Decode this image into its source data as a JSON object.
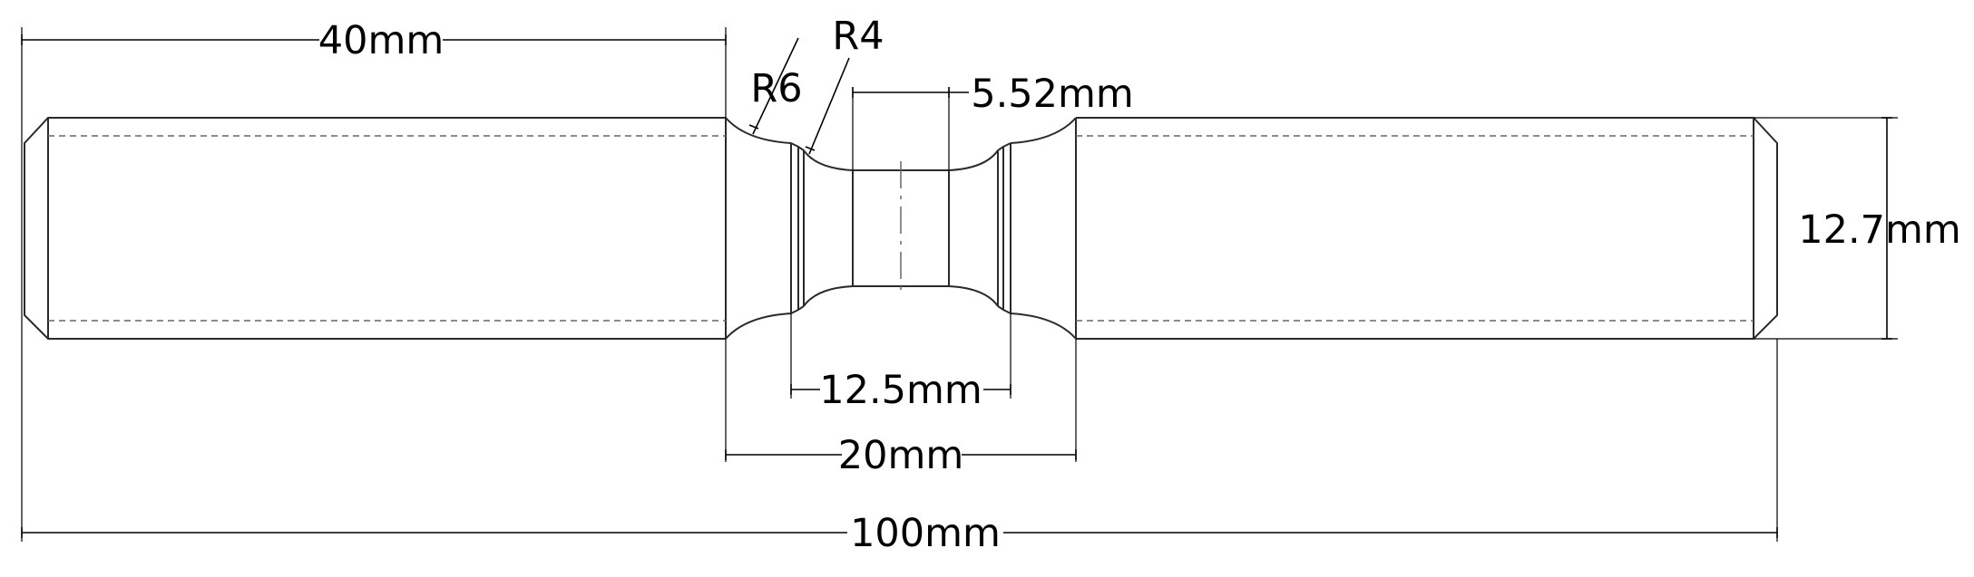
{
  "diagram": {
    "dimensions": {
      "left_thread_length": "40mm",
      "fillet_outer": "R6",
      "fillet_inner": "R4",
      "waist_length": "5.52mm",
      "diameter": "12.7mm",
      "gauge_length": "12.5mm",
      "center_length": "20mm",
      "overall_length": "100mm"
    },
    "colors": {
      "line": "#2a2a2a",
      "hidden_line": "#666666",
      "background": "#ffffff"
    }
  }
}
